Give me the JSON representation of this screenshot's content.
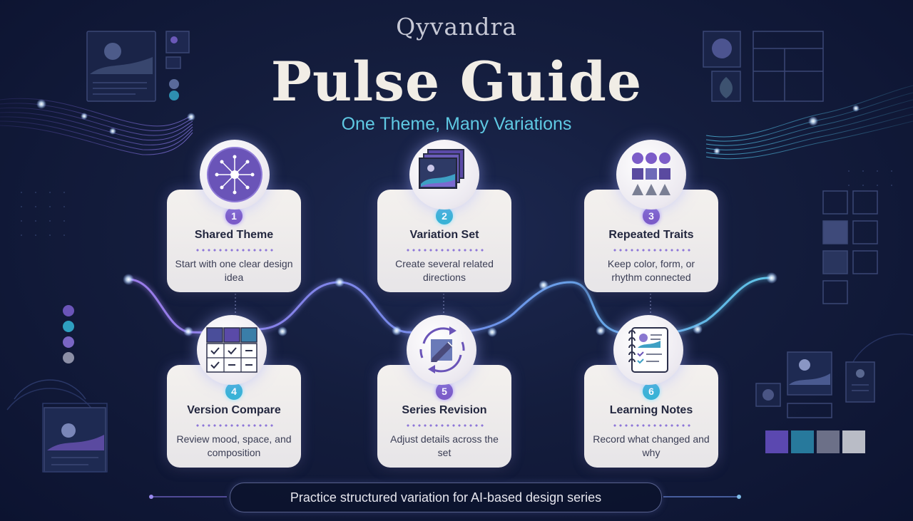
{
  "header": {
    "brand": "Qyvandra",
    "title": "Pulse Guide",
    "subtitle": "One Theme, Many Variations"
  },
  "steps": [
    {
      "number": "1",
      "title": "Shared Theme",
      "desc": "Start with one clear design idea",
      "icon": "radial-burst-icon",
      "badge_color": "#7c5cc8"
    },
    {
      "number": "2",
      "title": "Variation Set",
      "desc": "Create several related directions",
      "icon": "stacked-images-icon",
      "badge_color": "#38b3d6"
    },
    {
      "number": "3",
      "title": "Repeated Traits",
      "desc": "Keep color, form, or rhythm connected",
      "icon": "shapes-grid-icon",
      "badge_color": "#7c5cc8"
    },
    {
      "number": "4",
      "title": "Version Compare",
      "desc": "Review mood, space, and composition",
      "icon": "comparison-grid-icon",
      "badge_color": "#38b3d6"
    },
    {
      "number": "5",
      "title": "Series Revision",
      "desc": "Adjust details across the set",
      "icon": "edit-cycle-icon",
      "badge_color": "#7c5cc8"
    },
    {
      "number": "6",
      "title": "Learning Notes",
      "desc": "Record what changed and why",
      "icon": "notebook-icon",
      "badge_color": "#38b3d6"
    }
  ],
  "footer": {
    "text": "Practice structured variation for AI-based design series"
  },
  "colors": {
    "background": "#141d3d",
    "accent_purple": "#7c5cc8",
    "accent_cyan": "#38b3d6",
    "card": "#f2efec",
    "title": "#f1ede6",
    "subtitle": "#5fc9e3"
  }
}
